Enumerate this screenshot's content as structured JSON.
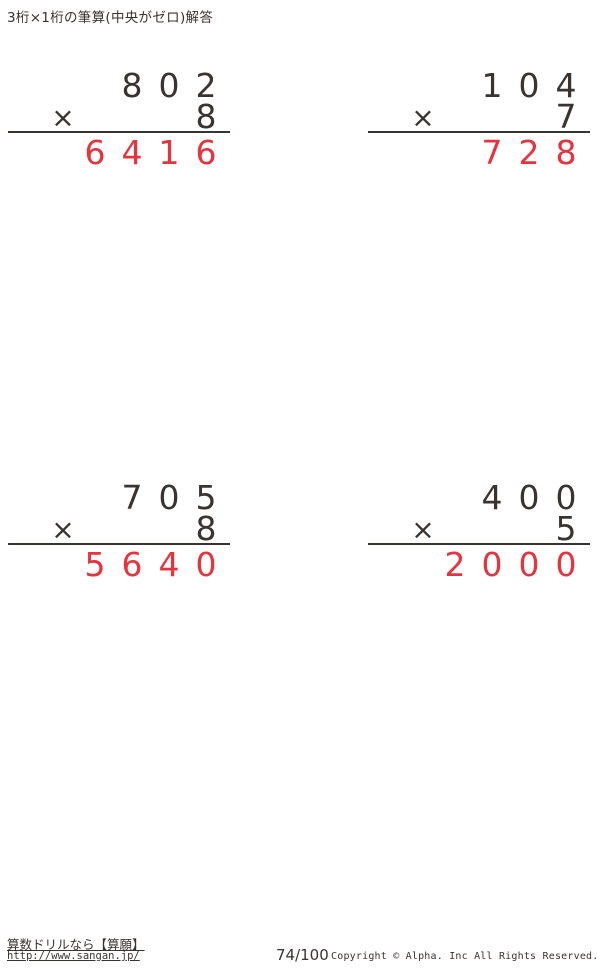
{
  "title": "3桁×1桁の筆算(中央がゼロ)解答",
  "operator": "×",
  "colors": {
    "ink": "#3a3330",
    "answer_red": "#e8323e"
  },
  "problems": [
    {
      "multiplicand": "802",
      "multiplier": "8",
      "product": "6416",
      "m_digits": [
        "8",
        "0",
        "2"
      ],
      "p_digits": [
        "6",
        "4",
        "1",
        "6"
      ]
    },
    {
      "multiplicand": "104",
      "multiplier": "7",
      "product": "728",
      "m_digits": [
        "1",
        "0",
        "4"
      ],
      "p_digits": [
        "7",
        "2",
        "8"
      ]
    },
    {
      "multiplicand": "705",
      "multiplier": "8",
      "product": "5640",
      "m_digits": [
        "7",
        "0",
        "5"
      ],
      "p_digits": [
        "5",
        "6",
        "4",
        "0"
      ]
    },
    {
      "multiplicand": "400",
      "multiplier": "5",
      "product": "2000",
      "m_digits": [
        "4",
        "0",
        "0"
      ],
      "p_digits": [
        "2",
        "0",
        "0",
        "0"
      ]
    }
  ],
  "footer": {
    "site_label": "算数ドリルなら【算願】",
    "site_url": "http://www.sangan.jp/",
    "page": "74/100",
    "copyright": "Copyright © Alpha. Inc All Rights Reserved."
  }
}
